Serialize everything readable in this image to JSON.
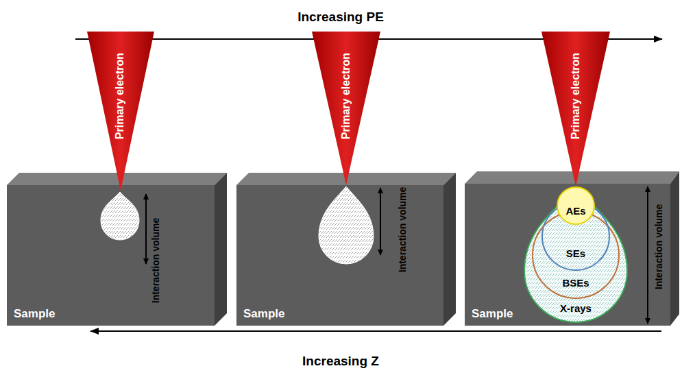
{
  "diagram": {
    "nodes": [
      {
        "text": [
          "Primary electron"
        ]
      },
      {
        "text": [
          "Sample"
        ]
      },
      {
        "text": [
          "Primary electron"
        ]
      },
      {
        "text": [
          "Sample"
        ]
      },
      {
        "text": [
          "Primary electron"
        ]
      },
      {
        "text": [
          "Sample"
        ]
      },
      {
        "text": [
          "X-rays"
        ],
        "in": 5
      },
      {
        "text": [
          "BSEs"
        ],
        "in": 6
      },
      {
        "text": [
          "SEs"
        ],
        "in": 7
      },
      {
        "text": [
          "AEs"
        ],
        "in": 8
      }
    ],
    "labels": [
      "Increasing PE",
      "Interaction volume",
      "Interaction volume",
      "Interaction volume",
      "Increasing Z"
    ]
  }
}
